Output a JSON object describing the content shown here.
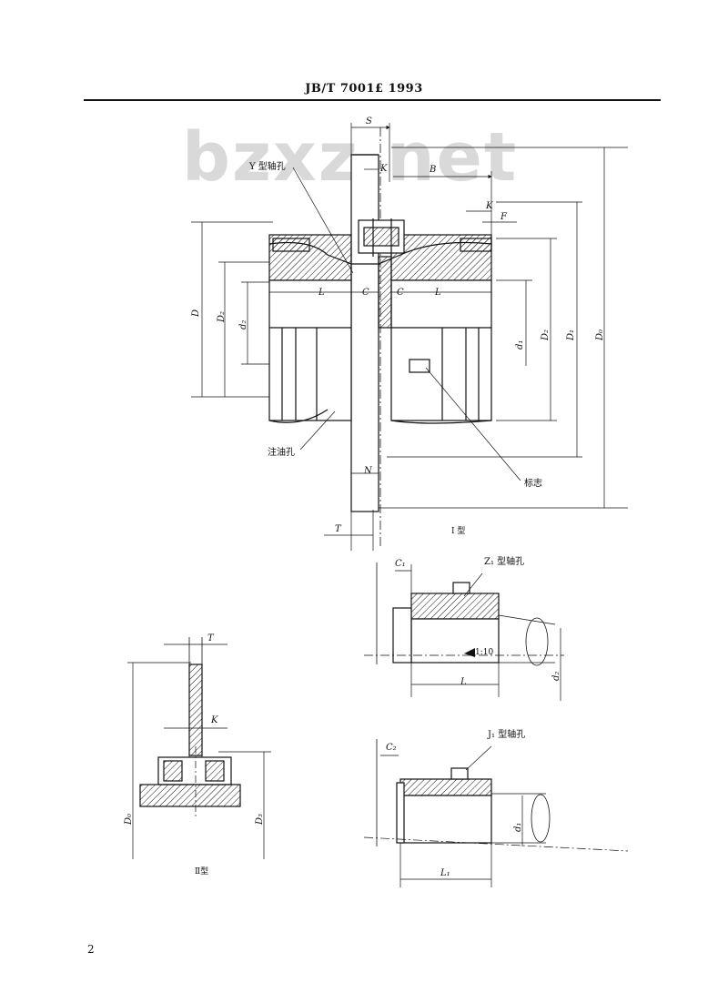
{
  "header": {
    "standard_code": "JB/T  7001£ 1993"
  },
  "watermark": "bzxz.net",
  "labels": {
    "y_shaft_hole": "Y 型轴孔",
    "injection_hole": "注油孔",
    "mark": "标志",
    "type_i": "I 型",
    "z1_shaft_hole": "Z₁ 型轴孔",
    "j1_shaft_hole": "J₁ 型轴孔",
    "type_ii": "Ⅱ型",
    "taper": "1:10"
  },
  "dims": {
    "S": "S",
    "K": "K",
    "B": "B",
    "F": "F",
    "D": "D",
    "D1": "D₁",
    "D2": "D₂",
    "D3": "D₃",
    "D0": "D₀",
    "d1": "d₁",
    "d2": "d₂",
    "L": "L",
    "C": "C",
    "N": "N",
    "T": "T",
    "C1": "C₁",
    "C2": "C₂",
    "L1": "L₁"
  },
  "page_number": "2"
}
